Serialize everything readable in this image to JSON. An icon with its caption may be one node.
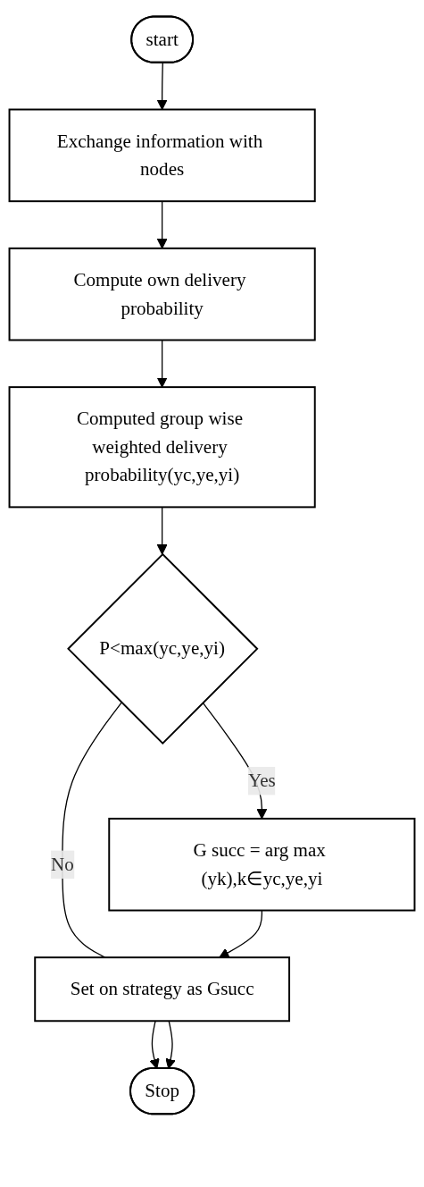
{
  "diagram": {
    "nodes": [
      {
        "text": [
          "start"
        ]
      },
      {
        "text": [
          "Exchange information with nodes"
        ]
      },
      {
        "text": [
          "Compute own delivery probability"
        ]
      },
      {
        "text": [
          "Computed group wise weighted delivery probability(yc,ye,yi)"
        ]
      },
      {
        "text": [
          "P<max(yc,ye,yi)"
        ]
      },
      {
        "text": [
          "G succ = arg max (yk),k∈yc,ye,yi"
        ]
      },
      {
        "text": [
          "Set on strategy as Gsucc"
        ]
      },
      {
        "text": [
          "Stop"
        ]
      }
    ],
    "edges": [
      {
        "from": 0,
        "to": 1,
        "arrow": "to"
      },
      {
        "from": 1,
        "to": 2,
        "arrow": "to"
      },
      {
        "from": 2,
        "to": 3,
        "arrow": "to"
      },
      {
        "from": 3,
        "to": 4,
        "arrow": "to"
      },
      {
        "from": 4,
        "to": 5,
        "arrow": "to",
        "label": "Yes"
      },
      {
        "from": 4,
        "to": 6,
        "arrow": "none",
        "label": "No"
      },
      {
        "from": 5,
        "to": 6,
        "arrow": "to"
      },
      {
        "from": 6,
        "to": 7,
        "arrow": "to"
      },
      {
        "from": 6,
        "to": 7,
        "arrow": "to"
      }
    ]
  }
}
